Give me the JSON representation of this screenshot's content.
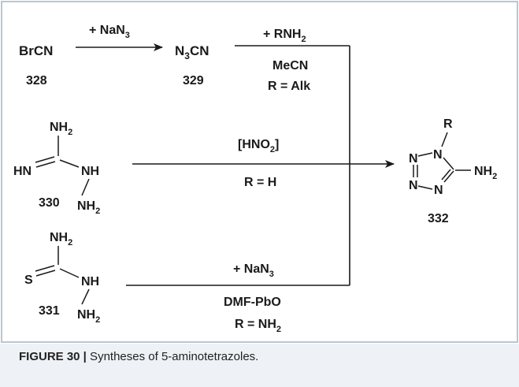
{
  "compounds": {
    "c328": {
      "formula": "BrCN",
      "number": "328"
    },
    "c329": {
      "formula_main": "N",
      "formula_sub": "3",
      "formula_tail": "CN",
      "number": "329"
    },
    "c330": {
      "nh2_top": "NH",
      "nh2_top_sub": "2",
      "hn": "HN",
      "nh": "NH",
      "nh2_bottom": "NH",
      "nh2_bottom_sub": "2",
      "number": "330"
    },
    "c331": {
      "nh2_top": "NH",
      "nh2_top_sub": "2",
      "s": "S",
      "nh": "NH",
      "nh2_bottom": "NH",
      "nh2_bottom_sub": "2",
      "number": "331"
    },
    "c332": {
      "r": "R",
      "n1": "N",
      "n2": "N",
      "n3": "N",
      "n4": "N",
      "nh2": "NH",
      "nh2_sub": "2",
      "number": "332"
    }
  },
  "reagents": {
    "step1": {
      "main": "+ NaN",
      "sub": "3"
    },
    "step2": {
      "line1_main": "+ RNH",
      "line1_sub": "2",
      "line2": "MeCN",
      "line3": "R = Alk"
    },
    "step3": {
      "line1": "[HNO",
      "line1_sub": "2",
      "line1_end": "]",
      "line2": "R = H"
    },
    "step4": {
      "line1_main": "+ NaN",
      "line1_sub": "3",
      "line2": "DMF-PbO",
      "line3_main": "R = NH",
      "line3_sub": "2"
    }
  },
  "caption": {
    "label": "FIGURE 30 |",
    "text": " Syntheses of 5-aminotetrazoles."
  },
  "colors": {
    "ink": "#1a1a1a",
    "frame": "#b8c7d6",
    "caption_band": "#eef1f5"
  }
}
